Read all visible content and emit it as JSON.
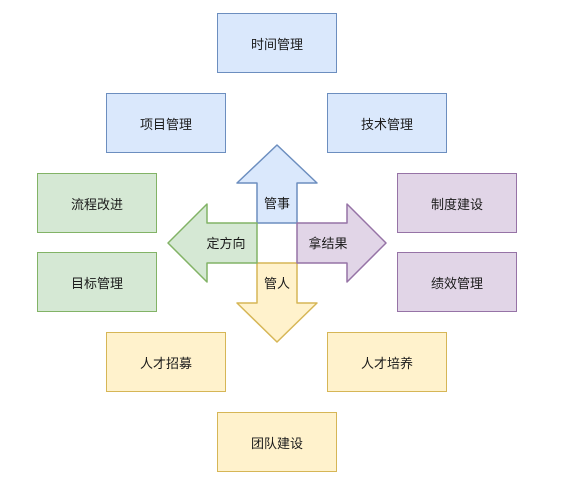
{
  "boxes": {
    "time": "时间管理",
    "project": "项目管理",
    "tech": "技术管理",
    "process": "流程改进",
    "system": "制度建设",
    "goal": "目标管理",
    "perf": "绩效管理",
    "recruit": "人才招募",
    "train": "人才培养",
    "team": "团队建设"
  },
  "arrows": {
    "up": "管事",
    "left": "定方向",
    "right": "拿结果",
    "down": "管人"
  },
  "colors": {
    "blue_fill": "#dae8fc",
    "blue_stroke": "#6c8ebf",
    "green_fill": "#d5e8d4",
    "green_stroke": "#82b366",
    "purple_fill": "#e1d5e7",
    "purple_stroke": "#9673a6",
    "yellow_fill": "#fff2cc",
    "yellow_stroke": "#d6b656"
  }
}
